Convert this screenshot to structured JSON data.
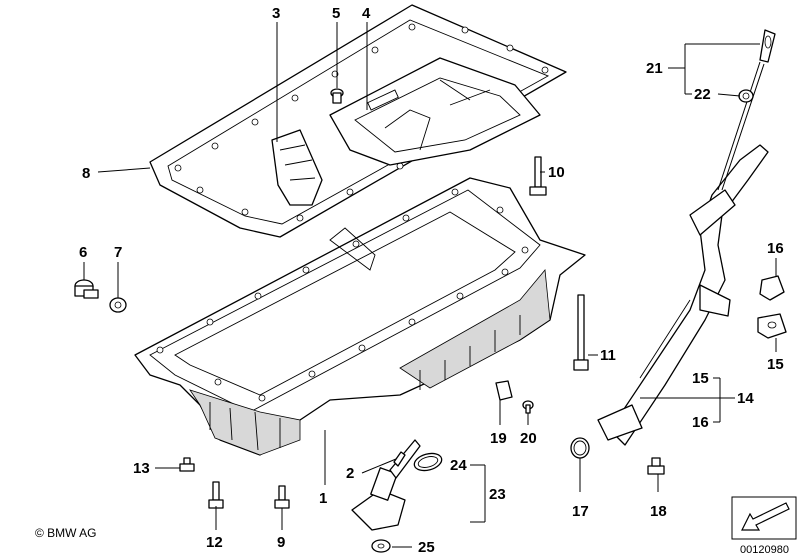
{
  "diagram": {
    "callouts": {
      "c1": "1",
      "c2": "2",
      "c3": "3",
      "c4": "4",
      "c5": "5",
      "c6": "6",
      "c7": "7",
      "c8": "8",
      "c9": "9",
      "c10": "10",
      "c11": "11",
      "c12": "12",
      "c13": "13",
      "c14": "14",
      "c15a": "15",
      "c15b": "15",
      "c16a": "16",
      "c16b": "16",
      "c17": "17",
      "c18": "18",
      "c19": "19",
      "c20": "20",
      "c21": "21",
      "c22": "22",
      "c23": "23",
      "c24": "24",
      "c25": "25"
    },
    "copyright": "© BMW AG",
    "image_id": "00120980"
  }
}
